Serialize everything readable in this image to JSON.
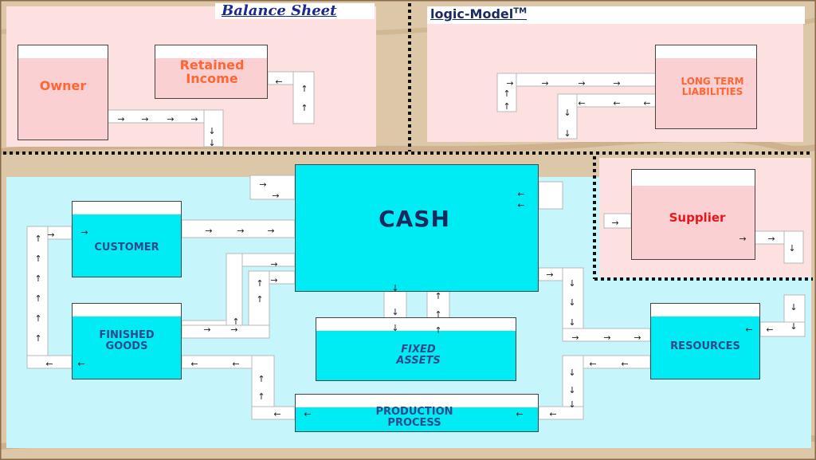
{
  "header": {
    "balance_sheet": "Balance Sheet",
    "logic_model": "logic-Model",
    "trademark": "TM"
  },
  "nodes": {
    "owner": "Owner",
    "retained_income_1": "Retained",
    "retained_income_2": "Income",
    "long_term_1": "LONG TERM",
    "long_term_2": "LIABILITIES",
    "supplier": "Supplier",
    "cash": "CASH",
    "customer": "CUSTOMER",
    "finished_goods_1": "FINISHED",
    "finished_goods_2": "GOODS",
    "fixed_assets_1": "FIXED",
    "fixed_assets_2": "ASSETS",
    "resources": "RESOURCES",
    "production_1": "PRODUCTION",
    "production_2": "PROCESS"
  },
  "glyphs": {
    "right": "→",
    "left": "←",
    "up": "↑",
    "down": "↓"
  },
  "colors": {
    "pink_panel": "#fde0e0",
    "cyan_panel": "#c6f6fb",
    "pink_tank": "#fbd0d2",
    "cyan_tank": "#00ecf4",
    "orange_label": "#ff6633",
    "red_label": "#e8161a",
    "navy_label": "#1a2a5e",
    "blue_label": "#2e4a8a"
  }
}
